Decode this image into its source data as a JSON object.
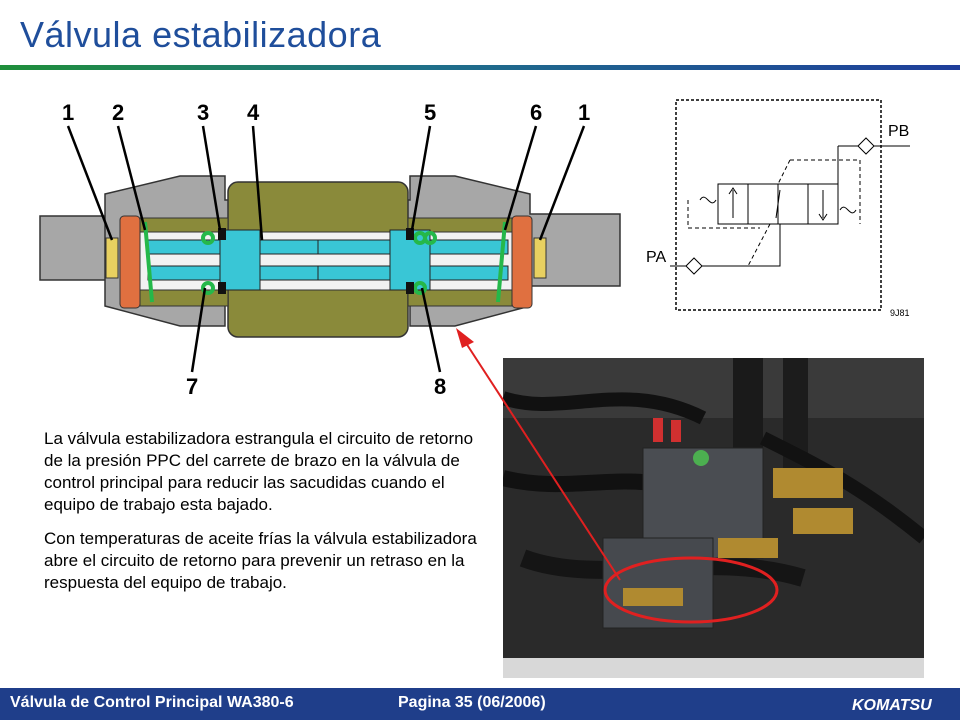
{
  "title": "Válvula estabilizadora",
  "diagram": {
    "callouts": [
      "1",
      "2",
      "3",
      "4",
      "5",
      "6",
      "1",
      "7",
      "8"
    ]
  },
  "schematic": {
    "label_pb": "PB",
    "label_pa": "PA",
    "code": "9J81"
  },
  "photo": {
    "icon": "hydraulic-valve-photo"
  },
  "body": {
    "paragraph1": "La válvula estabilizadora estrangula el circuito de retorno de la presión PPC del carrete de brazo en la válvula de control principal para reducir las sacudidas cuando el equipo de trabajo esta bajado.",
    "paragraph2": "Con temperaturas de aceite frías la válvula estabilizadora abre el circuito de retorno para prevenir un retraso en la respuesta del equipo de trabajo."
  },
  "footer": {
    "left": "Válvula de Control Principal WA380-6",
    "middle": "Pagina 35 (06/2006)",
    "logo_text": "KOMATSU"
  },
  "colors": {
    "title": "#1f4e9b",
    "footer_bg": "#1f3e8a",
    "accent_red": "#e02020"
  }
}
